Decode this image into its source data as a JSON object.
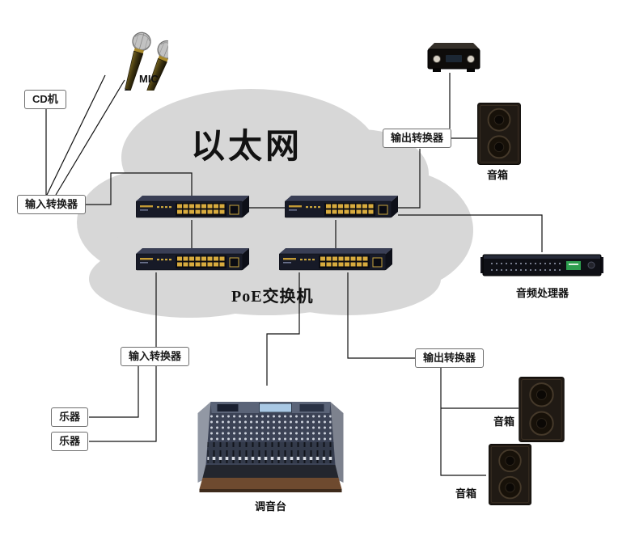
{
  "colors": {
    "cloud": "#d7d7d7",
    "line": "#111111",
    "box_border": "#6e6e6e",
    "port_gold": "#d8ab3e"
  },
  "cloud": {
    "title": "以太网",
    "switch_label": "PoE交换机"
  },
  "nodes": {
    "cd_player": "CD机",
    "mic": "MIC",
    "input_converter_left": "输入转换器",
    "output_converter_top": "输出转换器",
    "speaker_top": "音箱",
    "audio_processor": "音频处理器",
    "input_converter_bottom": "输入转换器",
    "instrument_1": "乐器",
    "instrument_2": "乐器",
    "mixer": "调音台",
    "output_converter_bottom": "输出转换器",
    "speaker_right_upper": "音箱",
    "speaker_right_lower": "音箱"
  }
}
